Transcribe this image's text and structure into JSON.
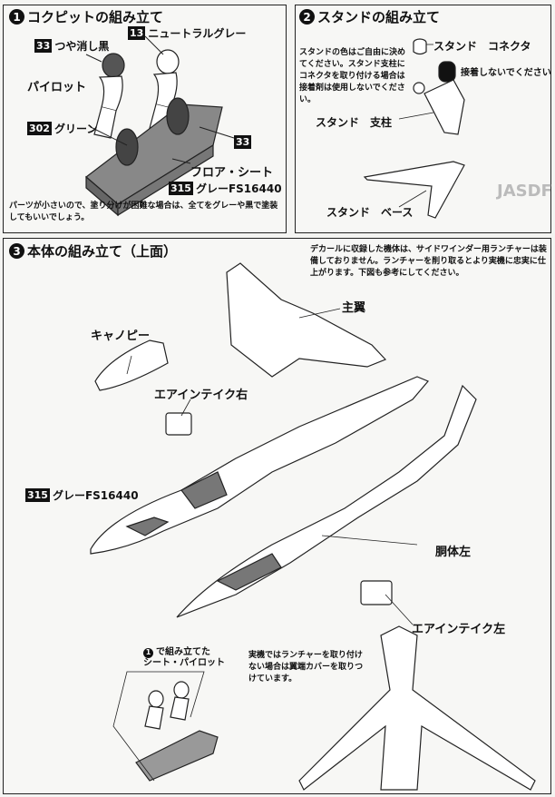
{
  "step1": {
    "number": "1",
    "title": "コクピットの組み立て",
    "paint1": {
      "code": "33",
      "text": "つや消し黒"
    },
    "paint2": {
      "code": "13",
      "text": "ニュートラルグレー"
    },
    "pilot": "パイロット",
    "paint3": {
      "code": "302",
      "text": "グリーン"
    },
    "paint4": {
      "code": "33"
    },
    "floor_seat": "フロア・シート",
    "paint5": {
      "code": "315",
      "text": "グレーFS16440"
    },
    "note": "パーツが小さいので、塗り分けが困難な場合は、全てをグレーや黒で塗装してもいいでしょう。"
  },
  "step2": {
    "number": "2",
    "title": "スタンドの組み立て",
    "note": "スタンドの色はご自由に決めてください。スタンド支柱にコネクタを取り付ける場合は接着剤は使用しないでください。",
    "connector": "スタンド　コネクタ",
    "no_glue": "接着しないでください",
    "pillar": "スタンド　支柱",
    "base": "スタンド　ベース",
    "bg_text": "JASDF"
  },
  "step3": {
    "number": "3",
    "title": "本体の組み立て（上面）",
    "decal_note": "デカールに収録した機体は、サイドワインダー用ランチャーは装備しておりません。ランチャーを削り取るとより実機に忠実に仕上がります。下図も参考にしてください。",
    "main_wing": "主翼",
    "canopy": "キャノピー",
    "intake_right": "エアインテイク右",
    "paint": {
      "code": "315",
      "text": "グレーFS16440"
    },
    "fuselage_left": "胴体左",
    "intake_left": "エアインテイク左",
    "seat_pilot": {
      "number": "1",
      "text1": "で組み立てた",
      "text2": "シート・パイロット"
    },
    "launcher_note": "実機ではランチャーを取り付けない場合は翼端カバーを取りつけています。"
  }
}
